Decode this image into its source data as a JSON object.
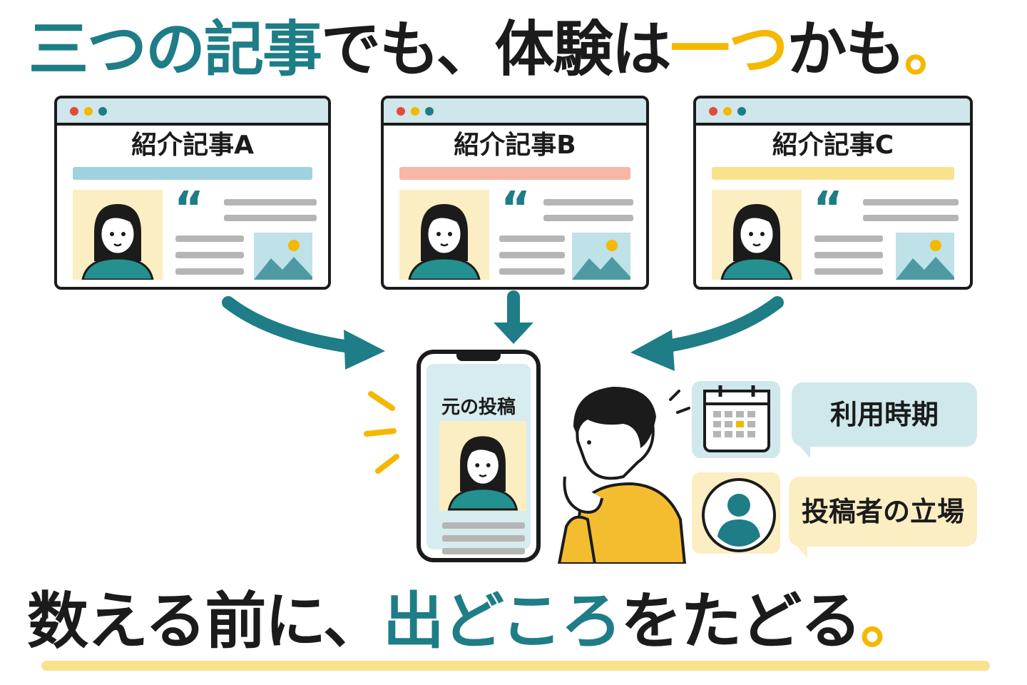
{
  "headline": {
    "part1": "三つの記事",
    "part2": "でも、体験は",
    "part3": "一つ",
    "part4": "かも",
    "period": "。"
  },
  "cards": [
    {
      "title": "紹介記事A",
      "highlight_color": "#9fd2df"
    },
    {
      "title": "紹介記事B",
      "highlight_color": "#f7b6a6"
    },
    {
      "title": "紹介記事C",
      "highlight_color": "#f9e28c"
    }
  ],
  "phone": {
    "title": "元の投稿"
  },
  "bubbles": [
    {
      "label": "利用時期",
      "icon": "calendar-icon",
      "bg": "#cfe8ec"
    },
    {
      "label": "投稿者の立場",
      "icon": "user-icon",
      "bg": "#fbeec2"
    }
  ],
  "footer": {
    "part1": "数える前に、",
    "part2": "出どころ",
    "part3": "をたどる",
    "period": "。"
  },
  "colors": {
    "teal": "#1e7d86",
    "yellow": "#f5b800",
    "ink": "#1b1b1b"
  }
}
